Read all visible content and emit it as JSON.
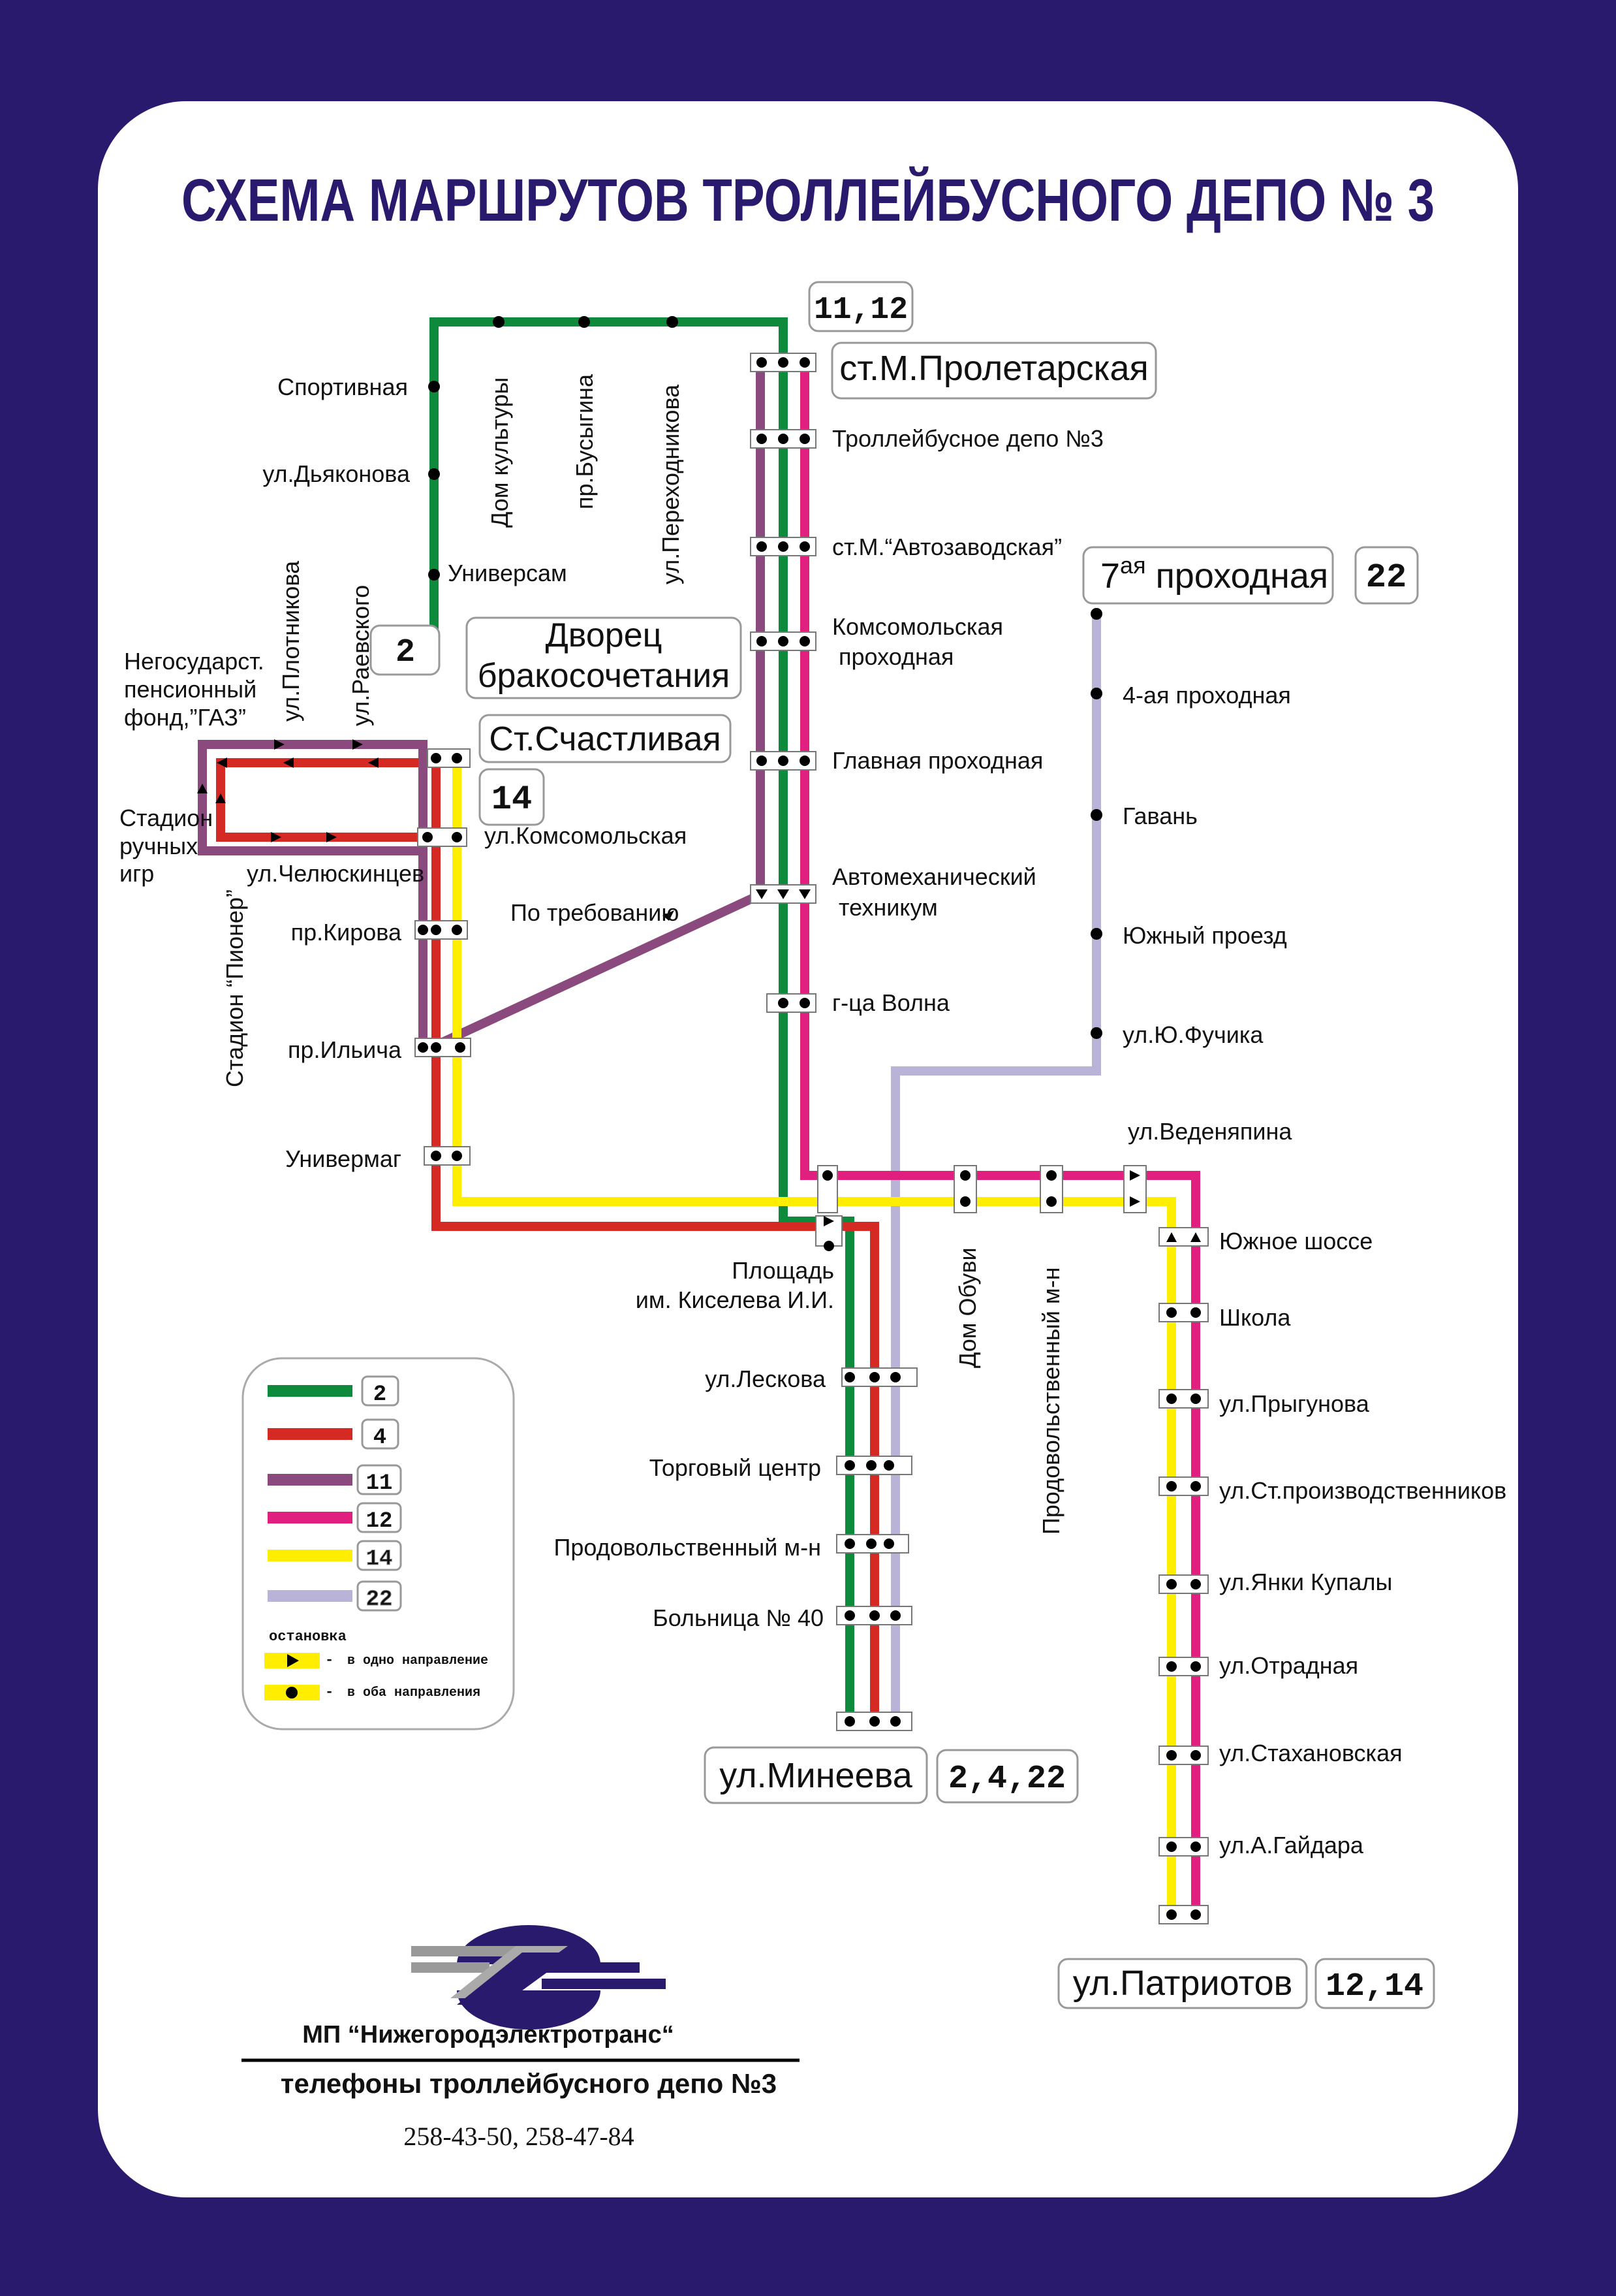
{
  "title": "СХЕМА МАРШРУТОВ ТРОЛЛЕЙБУСНОГО ДЕПО № 3",
  "colors": {
    "route2": "#0e8a3c",
    "route4": "#d52a24",
    "route11": "#8b4a7e",
    "route12": "#e01f7f",
    "route14": "#ffee00",
    "route22": "#b9b3d8",
    "navy": "#2a1a6e"
  },
  "terminals": {
    "proletarskaya": {
      "name": "ст.М.Пролетарская",
      "routes": "11,12"
    },
    "prohodnaya7": {
      "name_pre": "7",
      "name_sup": "ая",
      "name_post": " проходная",
      "routes": "22"
    },
    "dvorets": {
      "line1": "Дворец",
      "line2": "бракосочетания",
      "routes": "2"
    },
    "schastlivaya": {
      "name": "Ст.Счастливая",
      "routes": "14"
    },
    "mineeva": {
      "name": "ул.Минеева",
      "routes": "2,4,22"
    },
    "patriotov": {
      "name": "ул.Патриотов",
      "routes": "12,14"
    }
  },
  "stops": {
    "sportivnaya": "Спортивная",
    "dyakonova": "ул.Дьяконова",
    "universam": "Универсам",
    "dom_kultury": "Дом культуры",
    "busygina": "пр.Бусыгина",
    "perehodnikova": "ул.Переходникова",
    "depo": "Троллейбусное депо №3",
    "avtozavodskaya": "ст.М.“Автозаводская”",
    "komsomolskaya_line1": "Комсомольская",
    "komsomolskaya_line2": "проходная",
    "glavnaya": "Главная проходная",
    "avtomeh_line1": "Автомеханический",
    "avtomeh_line2": "техникум",
    "volna": "г-ца Волна",
    "plotnikova": "ул.Плотникова",
    "raevskogo": "ул.Раевского",
    "fond_line1": "Негосударст.",
    "fond_line2": "пенсионный",
    "fond_line3": "фонд,”ГАЗ”",
    "stadion_line1": "Стадион",
    "stadion_line2": "ручных",
    "stadion_line3": "игр",
    "komsomolskaya_ul": "ул.Комсомольская",
    "chelyuskintsev": "ул.Челюскинцев",
    "stadion_pioner": "Стадион “Пионер”",
    "kirova": "пр.Кирова",
    "po_trebovaniyu": "По требованию",
    "ilyicha": "пр.Ильича",
    "univermag": "Универмаг",
    "prohodnaya4": "4-ая проходная",
    "gavan": "Гавань",
    "yuzhny_proezd": "Южный проезд",
    "fuchika": "ул.Ю.Фучика",
    "vedenyapina": "ул.Веденяпина",
    "kiselev_line1": "Площадь",
    "kiselev_line2": "им. Киселева И.И.",
    "dom_obuvi": "Дом Обуви",
    "prodovolstvenny_v": "Продовольственный м-н",
    "yuzhnoe_shosse": "Южное шоссе",
    "shkola": "Школа",
    "prygunova": "ул.Прыгунова",
    "st_proizv": "ул.Ст.производственников",
    "yanki_kupaly": "ул.Янки Купалы",
    "otradnaya": "ул.Отрадная",
    "stahanovskaya": "ул.Стахановская",
    "gaidara": "ул.А.Гайдара",
    "leskova": "ул.Лескова",
    "torgovy": "Торговый центр",
    "prodovolstvenny": "Продовольственный м-н",
    "bolnitsa": "Больница № 40"
  },
  "legend": {
    "routes": [
      "2",
      "4",
      "11",
      "12",
      "14",
      "22"
    ],
    "stop_title": "остановка",
    "one_way": "в одно направление",
    "both_ways": "в оба направления",
    "dash": "-"
  },
  "footer": {
    "company": "МП “Нижегородэлектротранс“",
    "phones_title": "телефоны троллейбусного депо №3",
    "phones": "258-43-50, 258-47-84"
  }
}
